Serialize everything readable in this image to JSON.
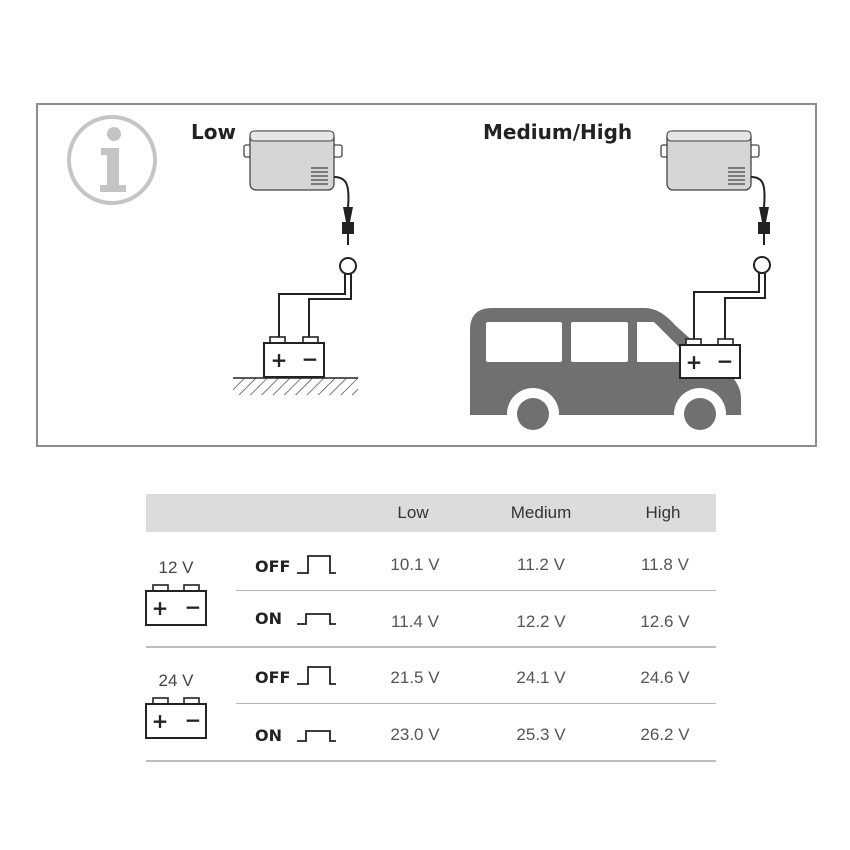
{
  "diagram": {
    "left_label": "Low",
    "right_label": "Medium/High",
    "battery_plus": "+",
    "battery_minus": "−"
  },
  "table": {
    "columns": [
      "Low",
      "Medium",
      "High"
    ],
    "groups": [
      {
        "voltage": "12 V",
        "rows": [
          {
            "state": "OFF",
            "values": [
              "10.1 V",
              "11.2 V",
              "11.8 V"
            ]
          },
          {
            "state": "ON",
            "values": [
              "11.4 V",
              "12.2 V",
              "12.6 V"
            ]
          }
        ]
      },
      {
        "voltage": "24 V",
        "rows": [
          {
            "state": "OFF",
            "values": [
              "21.5 V",
              "24.1 V",
              "24.6 V"
            ]
          },
          {
            "state": "ON",
            "values": [
              "23.0 V",
              "25.3 V",
              "26.2 V"
            ]
          }
        ]
      }
    ]
  },
  "icons": [
    "info-icon",
    "cool-box-icon",
    "plug-icon",
    "battery-icon",
    "van-icon",
    "switch-off-icon",
    "switch-on-icon"
  ],
  "colors": {
    "grey_icon": "#707070",
    "header_bg": "#dcdcdc",
    "border": "#8d8d8d"
  }
}
